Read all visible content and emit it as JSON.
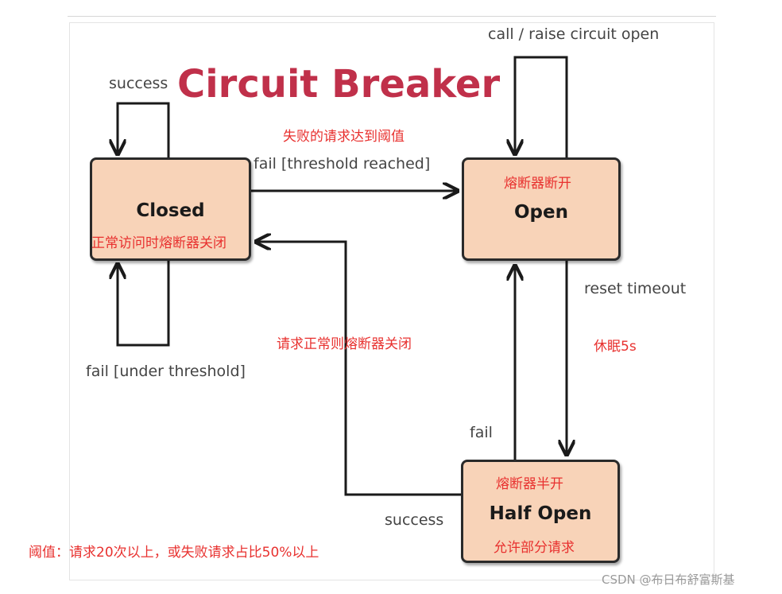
{
  "title": {
    "text": "Circuit Breaker",
    "color": "#c0304a"
  },
  "nodes": {
    "closed": {
      "name": "Closed",
      "note": "正常访问时熔断器关闭"
    },
    "open": {
      "name": "Open",
      "note": "熔断器断开"
    },
    "half_open": {
      "name": "Half Open",
      "note_top": "熔断器半开",
      "note_bottom": "允许部分请求"
    }
  },
  "edges": {
    "closed_self_top": "success",
    "closed_self_bottom": "fail [under threshold]",
    "closed_to_open": "fail [threshold reached]",
    "open_self": "call / raise circuit open",
    "open_to_half": "reset timeout",
    "half_to_open": "fail",
    "half_to_closed": "success"
  },
  "annotations": {
    "threshold_reached": "失败的请求达到阈值",
    "sleep": "休眠5s",
    "normal_close": "请求正常则熔断器关闭",
    "threshold_note": "阈值：请求20次以上，或失败请求占比50%以上"
  },
  "colors": {
    "annotation": "#e8312f",
    "node_fill": "#f8d3b8",
    "line": "#1a1a1a"
  },
  "watermark": "CSDN @布日布舒富斯基"
}
